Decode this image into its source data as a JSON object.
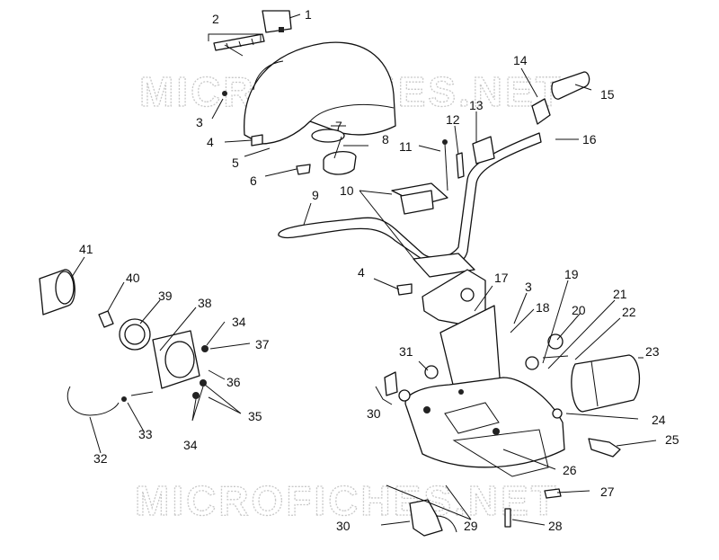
{
  "watermark": "MICROFICHES.NET",
  "callouts": [
    "1",
    "2",
    "3",
    "4",
    "5",
    "6",
    "7",
    "8",
    "9",
    "10",
    "11",
    "12",
    "13",
    "14",
    "15",
    "16",
    "17",
    "18",
    "19",
    "20",
    "21",
    "22",
    "23",
    "24",
    "25",
    "26",
    "27",
    "28",
    "29",
    "30",
    "31",
    "32",
    "33",
    "34",
    "35",
    "36",
    "37",
    "38",
    "39",
    "40",
    "41"
  ]
}
